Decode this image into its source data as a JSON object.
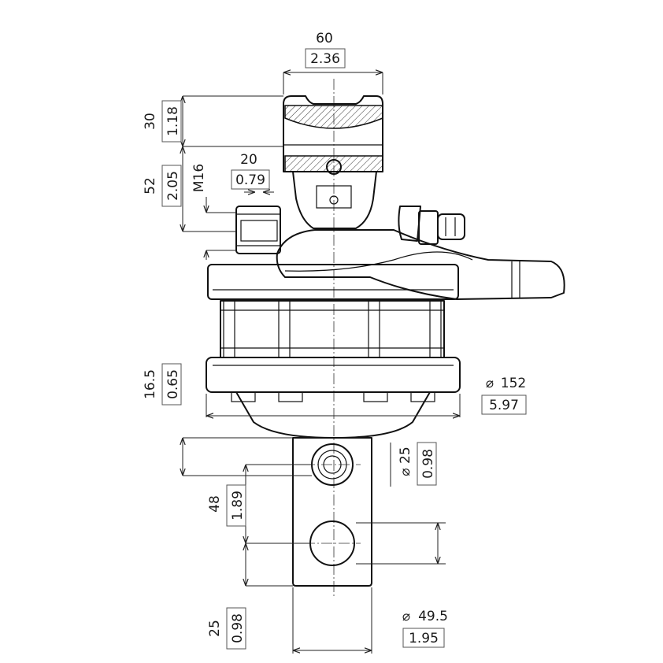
{
  "drawing": {
    "dimensions": {
      "top_width": {
        "mm": "60",
        "inch": "2.36"
      },
      "top_height": {
        "mm": "30",
        "inch": "1.18"
      },
      "upper_height": {
        "mm": "52",
        "inch": "2.05"
      },
      "thread": {
        "label": "M16"
      },
      "offset": {
        "mm": "20",
        "inch": "0.79"
      },
      "flange_height": {
        "mm": "16.5",
        "inch": "0.65"
      },
      "body_diameter": {
        "symbol": "⌀",
        "mm": "152",
        "inch": "5.97"
      },
      "hole_diameter": {
        "symbol": "⌀",
        "mm": "25",
        "inch": "0.98"
      },
      "hole_spacing": {
        "mm": "48",
        "inch": "1.89"
      },
      "shaft_end": {
        "mm": "25",
        "inch": "0.98"
      },
      "shaft_width": {
        "symbol": "⌀",
        "mm": "49.5",
        "inch": "1.95"
      }
    }
  }
}
